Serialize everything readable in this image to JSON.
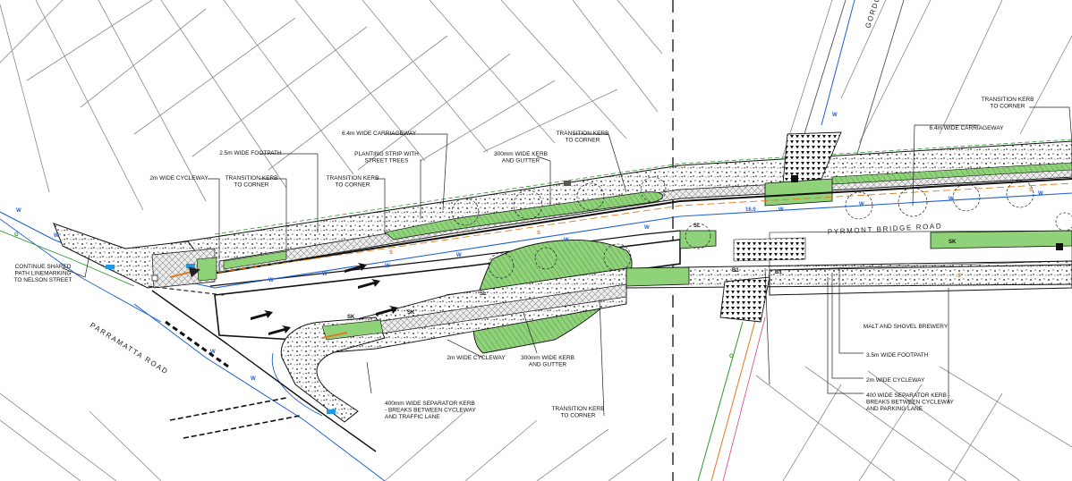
{
  "labels": {
    "carriageway_west": "6.4m WIDE CARRIAGEWAY",
    "planting_strip": "PLANTING STRIP WITH\nSTREET TREES",
    "kerb_gutter_north": "300mm WIDE KERB\nAND GUTTER",
    "transition_north_mid": "TRANSITION KERB\nTO CORNER",
    "transition_north_east": "TRANSITION KERB\nTO CORNER",
    "carriageway_east": "6.4m WIDE CARRIAGEWAY",
    "footpath_west": "2.5m WIDE FOOTPATH",
    "cycleway_west": "2m WIDE CYCLEWAY",
    "transition_west_1": "TRANSITION KERB\nTO CORNER",
    "transition_west_2": "TRANSITION KERB\nTO CORNER",
    "continue_shared": "CONTINUE SHARED\nPATH LINEMARKING\nTO NELSON STREET",
    "separator_west": "400mm WIDE SEPARATOR KERB\n- BREAKS BETWEEN CYCLEWAY\nAND TRAFFIC LANE",
    "cycleway_south": "2m WIDE CYCLEWAY",
    "kerb_gutter_south": "300mm WIDE KERB\nAND GUTTER",
    "transition_south": "TRANSITION KERB\nTO CORNER",
    "malt_shovel": "MALT AND SHOVEL BREWERY",
    "footpath_east": "3.5m WIDE FOOTPATH",
    "cycleway_east": "2m WIDE CYCLEWAY",
    "separator_east": "400 WIDE SEPARATOR KERB -\nBREAKS BETWEEN CYCLEWAY\nAND PARKING LANE"
  },
  "road_names": {
    "pyrmont": "PYRMONT BRIDGE ROAD",
    "parramatta": "PARRAMATTA ROAD",
    "gordon": "GORDO"
  },
  "service_tags": {
    "water": "W",
    "gas": "G",
    "sewer": "S",
    "signal": "SL",
    "sign": "SK",
    "pit": "B1",
    "level": "16.0"
  },
  "colors": {
    "water_main": "#1f5fd1",
    "sewer": "#e07a1a",
    "gas": "#2a9a2a",
    "planting": "#8fd27a",
    "kerb": "#111111",
    "footpath": "#e8e8e8",
    "cycleway_hatch": "#888888",
    "fibre": "#d04090"
  }
}
